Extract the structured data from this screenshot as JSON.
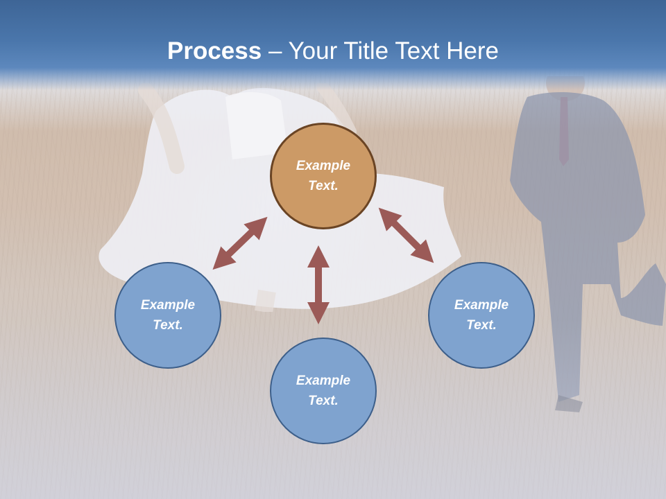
{
  "slide": {
    "title_strong": "Process",
    "title_rest": " – Your Title Text Here"
  },
  "nodes": {
    "top": "Example Text.",
    "left": "Example Text.",
    "bottom": "Example Text.",
    "right": "Example Text."
  },
  "colors": {
    "title_band": "#4a76ab",
    "center_node": "#cc9a66",
    "center_node_border": "#6a4424",
    "outer_node": "#7fa3cf",
    "outer_node_border": "#3d5f8a",
    "arrow": "#9b5a57"
  },
  "background": {
    "photo_subject": "bride and groom running in wheat field"
  }
}
